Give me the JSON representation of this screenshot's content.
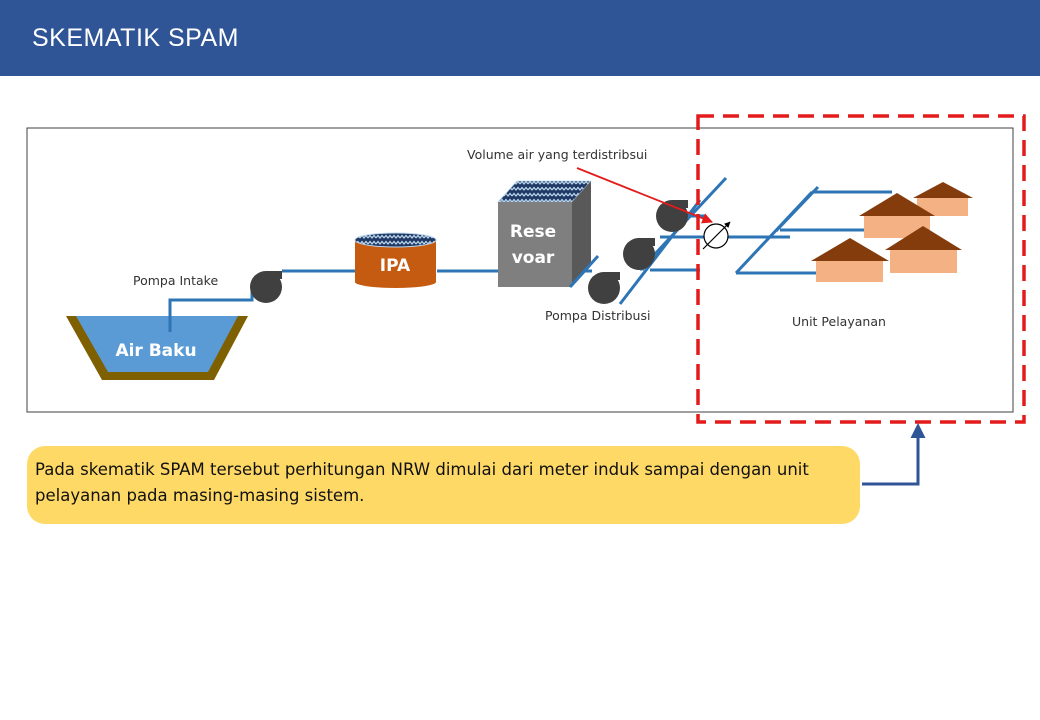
{
  "header": {
    "title": "SKEMATIK SPAM"
  },
  "diagram": {
    "labels": {
      "volume": "Volume air yang terdistribsui",
      "pompa_intake": "Pompa Intake",
      "pompa_distribusi": "Pompa Distribusi",
      "unit_pelayanan": "Unit Pelayanan",
      "ipa": "IPA",
      "reservoir_line1": "Rese",
      "reservoir_line2": "voar",
      "air_baku": "Air Baku"
    },
    "colors": {
      "pipe": "#2e75b6",
      "water": "#5b9bd5",
      "ipa": "#c55a11",
      "reservoir": "#7f7f7f",
      "basin": "#7f6000",
      "roof": "#843c0c",
      "wall": "#f4b183",
      "highlight": "#e31b1b",
      "callout": "#ffd966"
    }
  },
  "callout": {
    "text": "Pada skematik SPAM tersebut perhitungan NRW dimulai dari meter induk sampai dengan unit pelayanan pada masing-masing sistem."
  }
}
